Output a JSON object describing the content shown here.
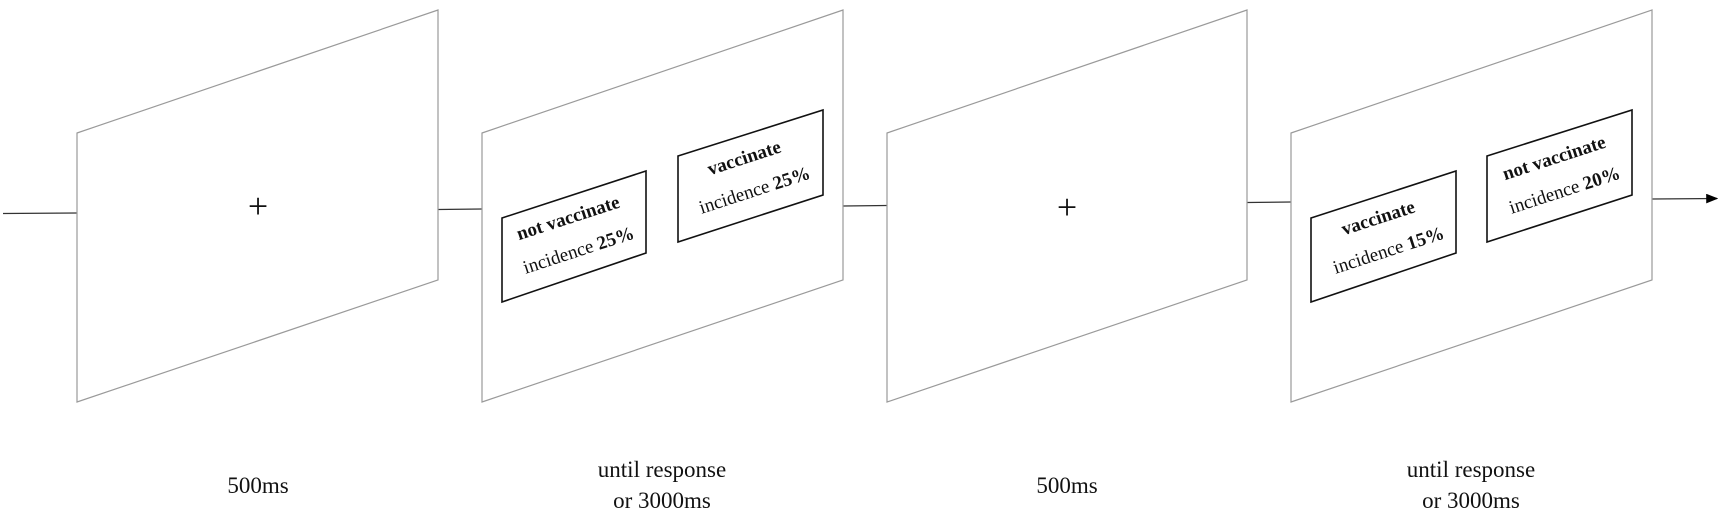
{
  "fixation_symbol": "+",
  "word_label": "incidence",
  "trial_1": {
    "fixation_duration": "500ms",
    "choice_duration_line1": "until response",
    "choice_duration_line2": "or 3000ms",
    "left_option": {
      "action": "not vaccinate",
      "incidence": "25%"
    },
    "right_option": {
      "action": "vaccinate",
      "incidence": "25%"
    }
  },
  "trial_2": {
    "fixation_duration": "500ms",
    "choice_duration_line1": "until response",
    "choice_duration_line2": "or 3000ms",
    "left_option": {
      "action": "vaccinate",
      "incidence": "15%"
    },
    "right_option": {
      "action": "not vaccinate",
      "incidence": "20%"
    }
  }
}
